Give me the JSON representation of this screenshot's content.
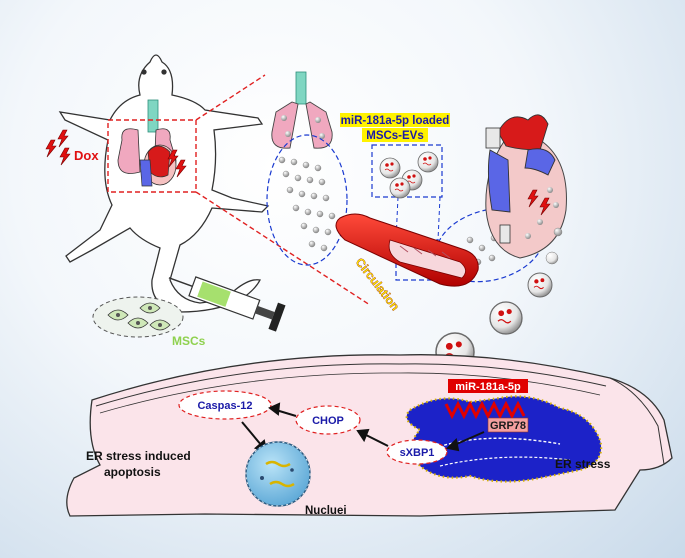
{
  "labels": {
    "dox": "Dox",
    "loaded_line1": "miR-181a-5p loaded",
    "loaded_line2": "MSCs-EVs",
    "circulation": "Circulation",
    "mscs": "MSCs",
    "caspase": "Caspas-12",
    "chop": "CHOP",
    "sxbp1": "sXBP1",
    "mirna": "miR-181a-5p",
    "grp78": "GRP78",
    "er_stress": "ER stress",
    "apoptosis_line1": "ER stress induced",
    "apoptosis_line2": "apoptosis",
    "nuclei": "Nucluei"
  },
  "colors": {
    "highlight": "#fff200",
    "label_blue": "#1a1aa8",
    "mirna_red": "#e00000",
    "grp78_pink": "#f4a0a0",
    "er_blue": "#1c22c8",
    "cell_pink": "#fbe4ea",
    "dashed_red": "#e02020",
    "dashed_blue": "#1a3ad0",
    "msc_green": "#8fd14f"
  },
  "icons": [
    "lightning-icon",
    "mouse-illustration",
    "lungs-icon",
    "heart-icon",
    "syringe-icon",
    "blood-vessel",
    "vesicle",
    "nucleus"
  ]
}
